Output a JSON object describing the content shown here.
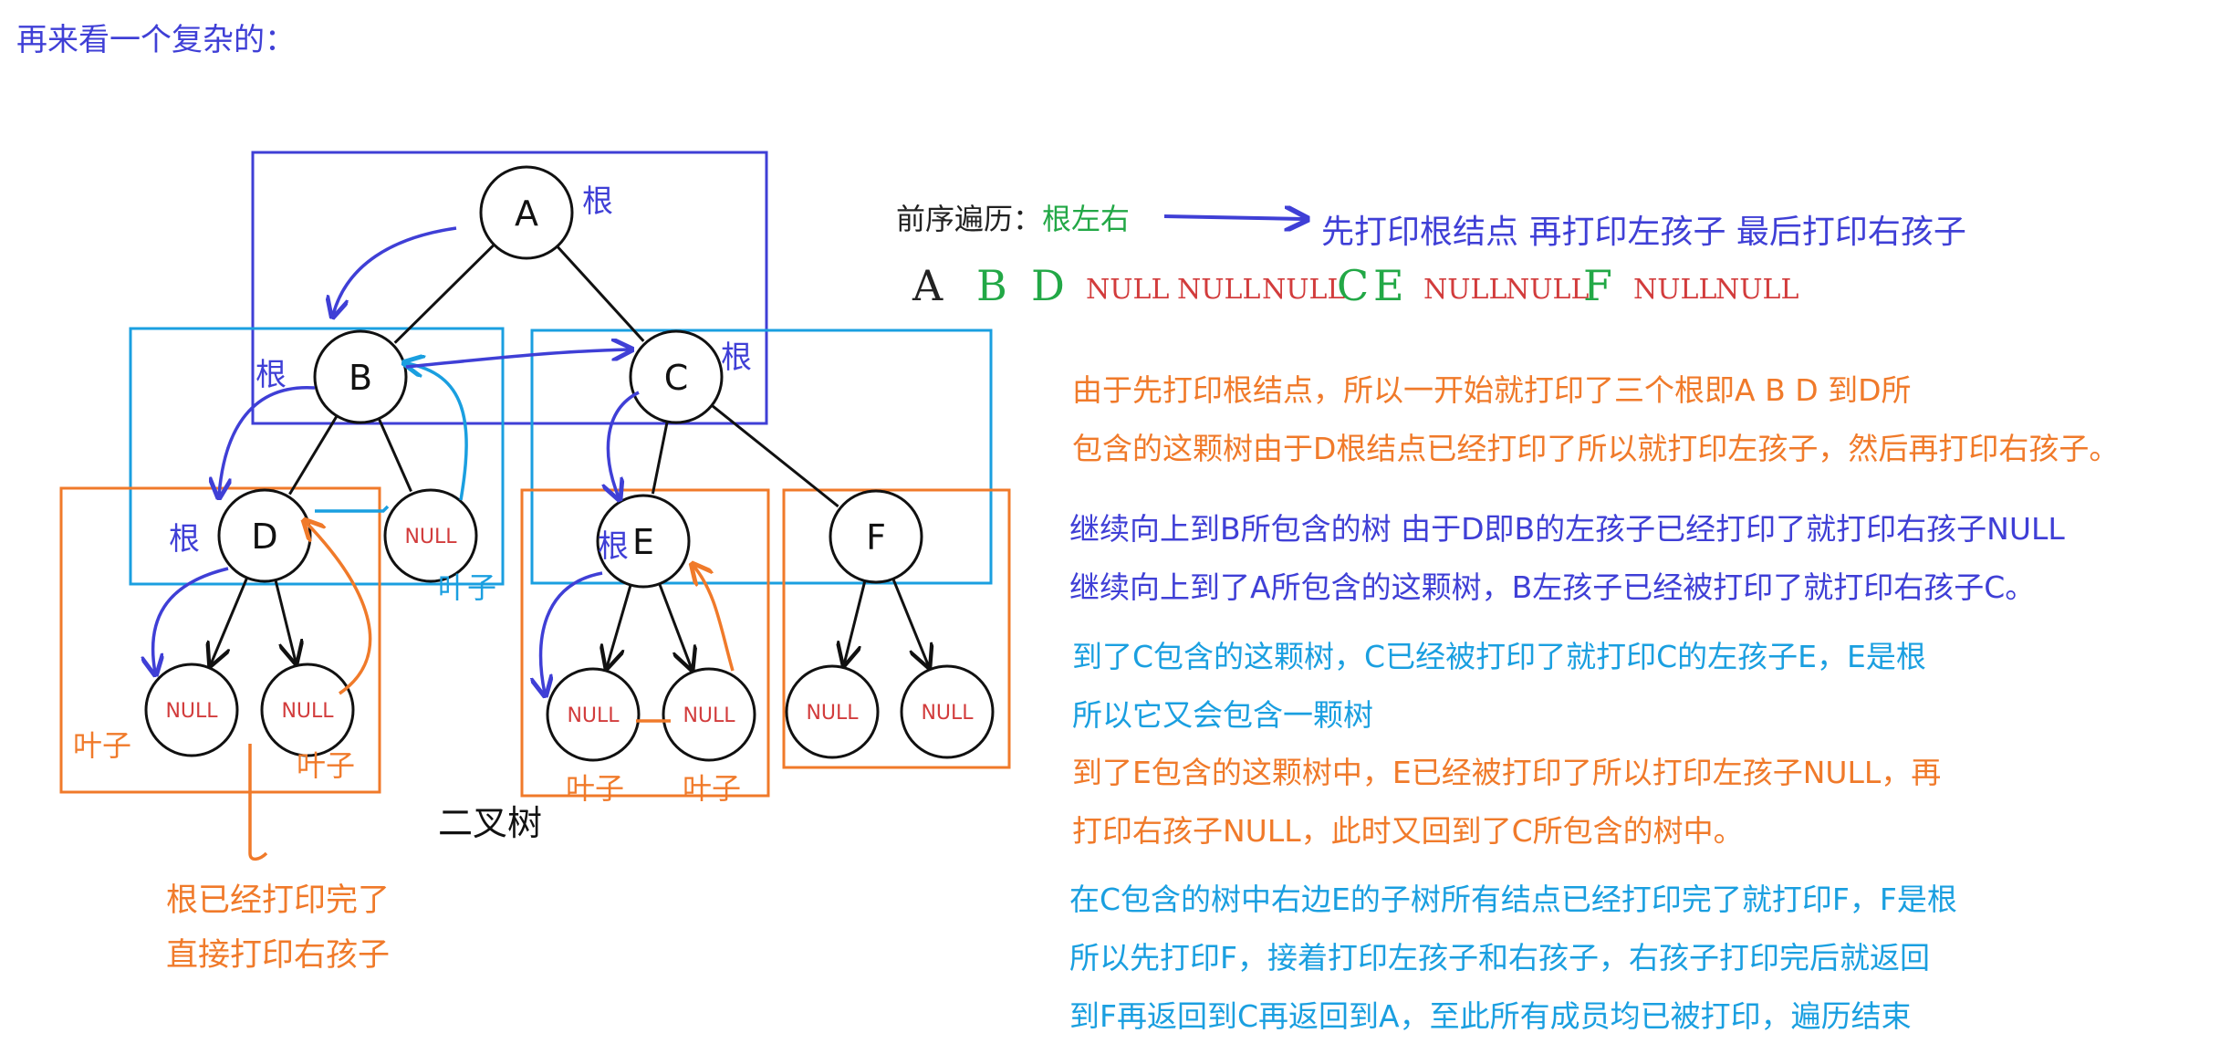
{
  "page": {
    "heading": "再来看一个复杂的："
  },
  "tree": {
    "caption": "二叉树",
    "root_word": "根",
    "leaf_word": "叶子",
    "nodes": [
      {
        "id": "A",
        "label": "A"
      },
      {
        "id": "B",
        "label": "B"
      },
      {
        "id": "C",
        "label": "C"
      },
      {
        "id": "D",
        "label": "D"
      },
      {
        "id": "E",
        "label": "E"
      },
      {
        "id": "F",
        "label": "F"
      },
      {
        "id": "n1",
        "label": "NULL"
      },
      {
        "id": "n2",
        "label": "NULL"
      },
      {
        "id": "n3",
        "label": "NULL"
      },
      {
        "id": "n4",
        "label": "NULL"
      },
      {
        "id": "n5",
        "label": "NULL"
      },
      {
        "id": "n6",
        "label": "NULL"
      },
      {
        "id": "n7",
        "label": "NULL"
      }
    ],
    "edges": [
      [
        "A",
        "B"
      ],
      [
        "A",
        "C"
      ],
      [
        "B",
        "D"
      ],
      [
        "B",
        "n1"
      ],
      [
        "C",
        "E"
      ],
      [
        "C",
        "F"
      ],
      [
        "D",
        "n2"
      ],
      [
        "D",
        "n3"
      ],
      [
        "E",
        "n4"
      ],
      [
        "E",
        "n5"
      ],
      [
        "F",
        "n6"
      ],
      [
        "F",
        "n7"
      ]
    ],
    "note_lines": [
      "根已经打印完了",
      "直接打印右孩子"
    ]
  },
  "traversal": {
    "label_prefix": "前序遍历：",
    "label_order": "根左右",
    "description": "先打印根结点 再打印左孩子 最后打印右孩子",
    "sequence": [
      {
        "text": "A",
        "color": "#222222"
      },
      {
        "text": "B",
        "color": "#22a846"
      },
      {
        "text": "D",
        "color": "#22a846"
      },
      {
        "text": "NULL",
        "color": "#d23c3c"
      },
      {
        "text": "NULL",
        "color": "#d23c3c"
      },
      {
        "text": "NULL",
        "color": "#d23c3c"
      },
      {
        "text": "C",
        "color": "#22a846"
      },
      {
        "text": "E",
        "color": "#22a846"
      },
      {
        "text": "NULL",
        "color": "#d23c3c"
      },
      {
        "text": "NULL",
        "color": "#d23c3c"
      },
      {
        "text": "F",
        "color": "#22a846"
      },
      {
        "text": "NULL",
        "color": "#d23c3c"
      },
      {
        "text": "NULL",
        "color": "#d23c3c"
      }
    ]
  },
  "explanations": [
    {
      "id": "p1",
      "color": "#f07a2a",
      "lines": [
        "由于先打印根结点，所以一开始就打印了三个根即A B D 到D所",
        "包含的这颗树由于D根结点已经打印了所以就打印左孩子，然后再打印右孩子。"
      ]
    },
    {
      "id": "p2",
      "color": "#3f3fd6",
      "lines": [
        "继续向上到B所包含的树 由于D即B的左孩子已经打印了就打印右孩子NULL",
        "继续向上到了A所包含的这颗树，B左孩子已经被打印了就打印右孩子C。"
      ]
    },
    {
      "id": "p3",
      "color": "#1a9fe0",
      "lines": [
        "到了C包含的这颗树，C已经被打印了就打印C的左孩子E，E是根",
        "所以它又会包含一颗树"
      ]
    },
    {
      "id": "p4",
      "color": "#f07a2a",
      "lines": [
        "到了E包含的这颗树中，E已经被打印了所以打印左孩子NULL，再",
        "打印右孩子NULL，此时又回到了C所包含的树中。"
      ]
    },
    {
      "id": "p5",
      "color": "#1a9fe0",
      "lines": [
        "在C包含的树中右边E的子树所有结点已经打印完了就打印F，F是根",
        "所以先打印F，接着打印左孩子和右孩子，右孩子打印完后就返回",
        "到F再返回到C再返回到A，至此所有成员均已被打印，遍历结束"
      ]
    }
  ],
  "colors": {
    "heading": "#3f3fd6",
    "blue_dark": "#3f3fd6",
    "blue_light": "#1a9fe0",
    "orange": "#f07a2a",
    "green": "#22a846",
    "null_red": "#d23c3c",
    "ink": "#111111"
  }
}
